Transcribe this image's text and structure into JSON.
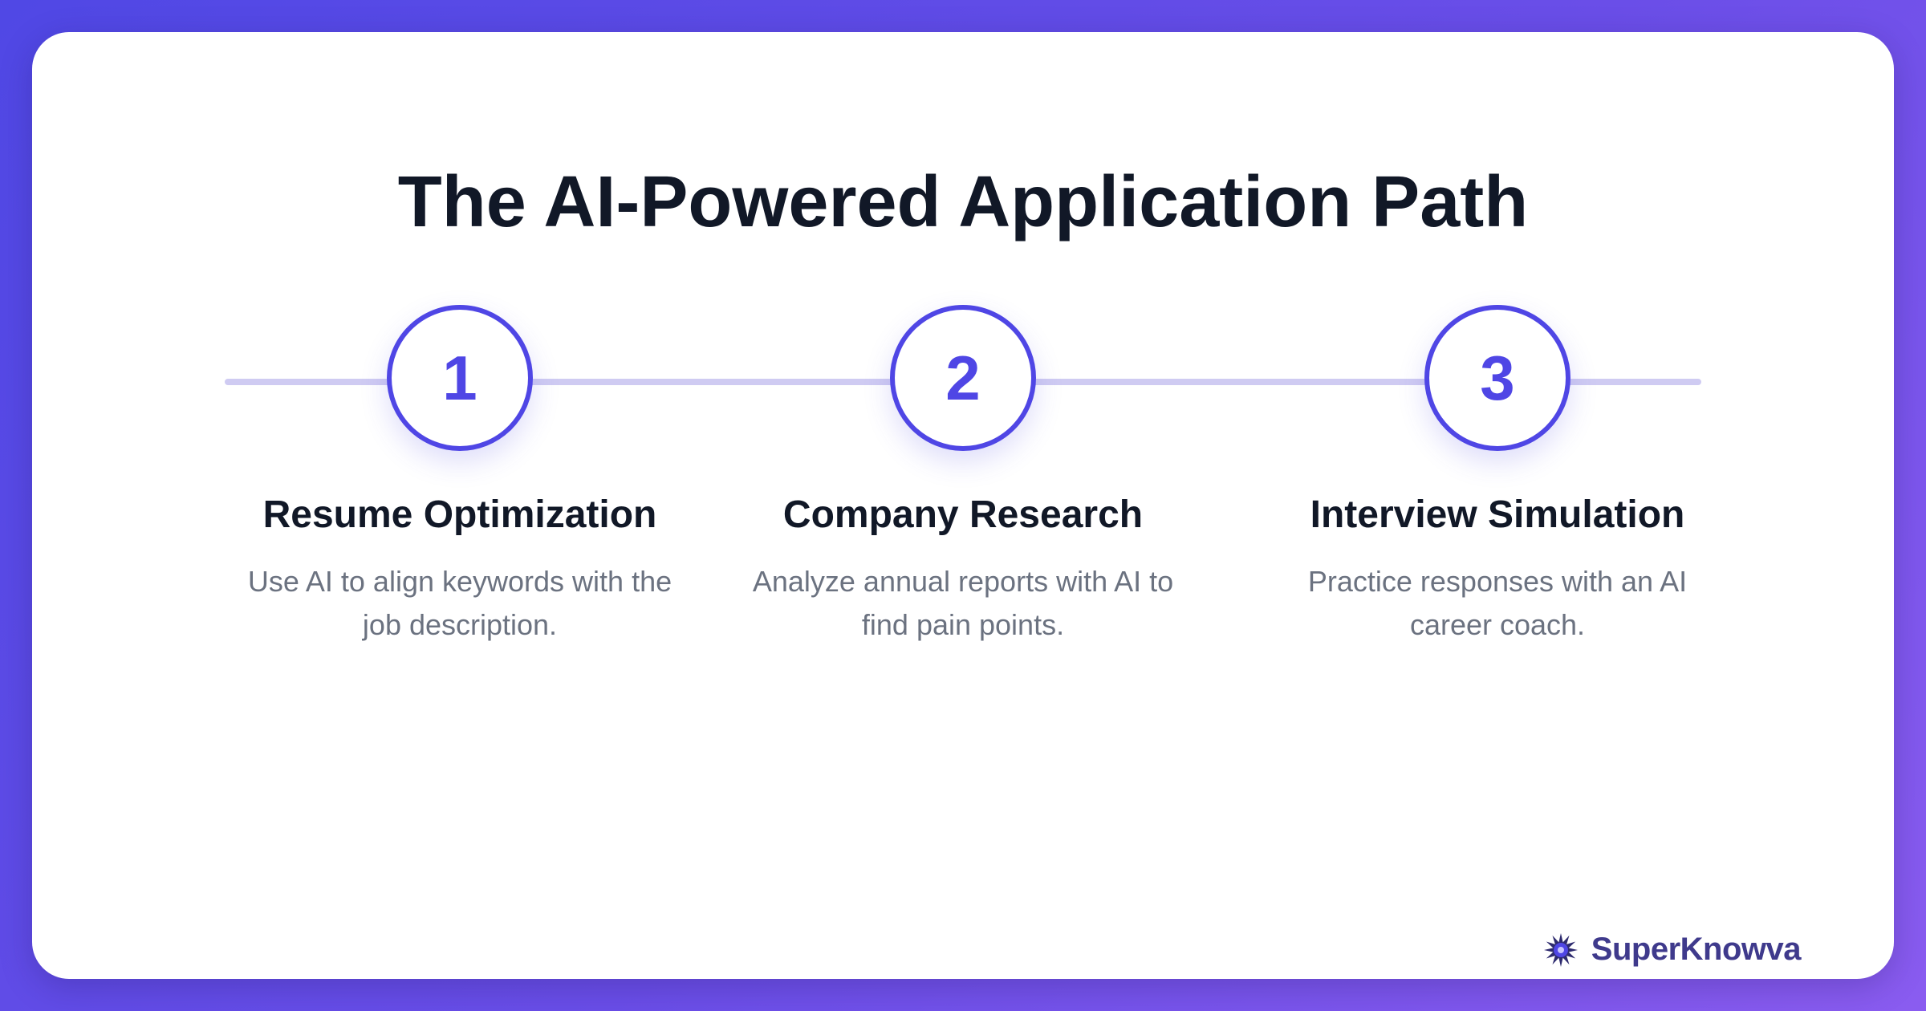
{
  "title": "The AI-Powered Application Path",
  "steps": [
    {
      "number": "1",
      "title": "Resume Optimization",
      "description": "Use AI to align keywords with the job description."
    },
    {
      "number": "2",
      "title": "Company Research",
      "description": "Analyze annual reports with AI to find pain points."
    },
    {
      "number": "3",
      "title": "Interview Simulation",
      "description": "Practice responses with an AI career coach."
    }
  ],
  "brand": {
    "name": "SuperKnowva",
    "logo_icon": "starburst-logo-icon"
  },
  "colors": {
    "accent": "#4f46e5",
    "track": "#cfcbf2",
    "heading": "#111827",
    "body_text": "#6b7280",
    "brand_text": "#3f3a8c"
  }
}
